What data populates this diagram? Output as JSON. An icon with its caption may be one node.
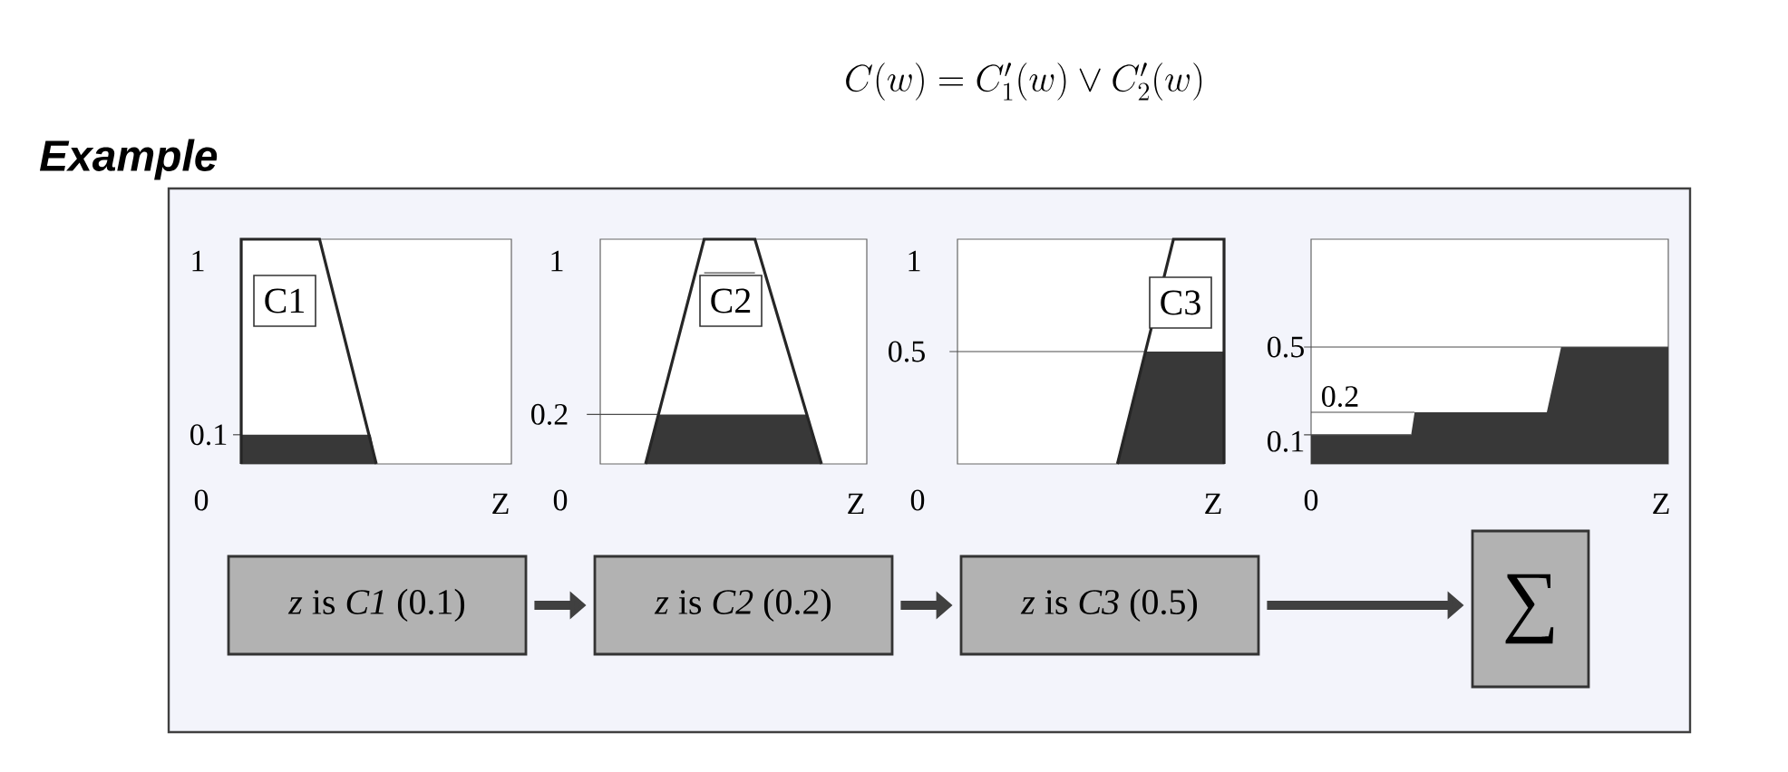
{
  "diagram": {
    "title": "Example",
    "nodes": [
      {
        "text": [
          "C1"
        ]
      },
      {
        "text": [
          "C2"
        ]
      },
      {
        "text": [
          "C3"
        ]
      },
      {
        "text": [
          "*z* is *C1* (0.1)"
        ]
      },
      {
        "text": [
          "*z* is *C2* (0.2)"
        ]
      },
      {
        "text": [
          "*z* is *C3* (0.5)"
        ]
      },
      {
        "text": [
          "∑"
        ]
      }
    ],
    "edges": [
      {
        "from": 3,
        "to": 4,
        "arrow": "to"
      },
      {
        "from": 4,
        "to": 5,
        "arrow": "to"
      },
      {
        "from": 5,
        "to": 6,
        "arrow": "to"
      }
    ],
    "labels": [
      "C(w) = C_1'(w) \\vee C_2'(w)",
      "1",
      "0.1",
      "0",
      "Z",
      "1",
      "0.2",
      "0",
      "Z",
      "1",
      "0.5",
      "0",
      "Z",
      "0.5",
      "0.2",
      "0.1",
      "0",
      "Z"
    ]
  }
}
